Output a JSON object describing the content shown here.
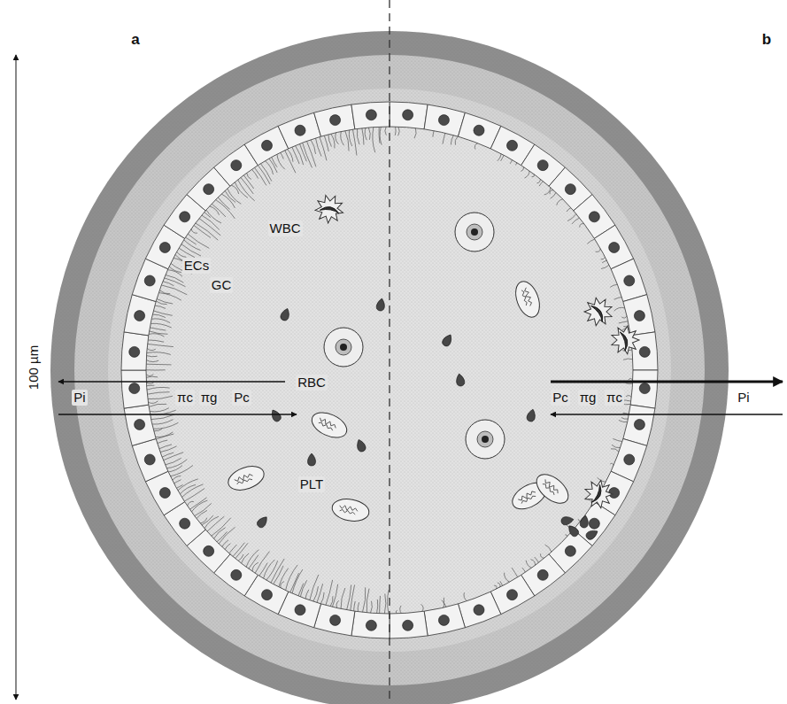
{
  "diagram": {
    "labels": [
      "a",
      "b",
      "100 µm",
      "ECs",
      "GC",
      "WBC",
      "RBC",
      "PLT",
      "Pi",
      "πc",
      "πg",
      "Pc",
      "Pc",
      "πg",
      "πc",
      "Pi"
    ]
  }
}
